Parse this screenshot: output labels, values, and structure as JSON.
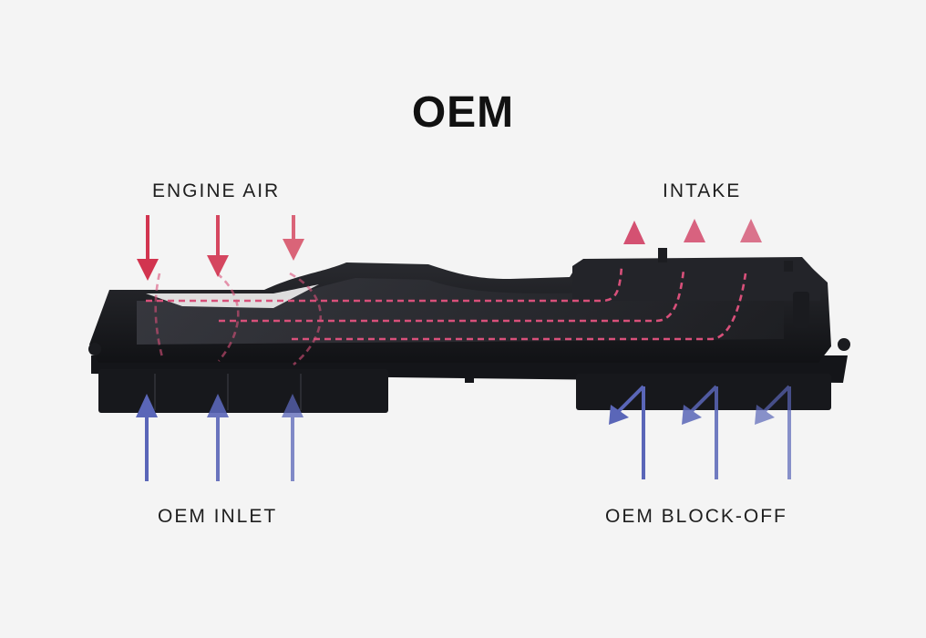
{
  "title": "OEM",
  "labels": {
    "engine_air": "ENGINE AIR",
    "intake": "INTAKE",
    "oem_inlet": "OEM INLET",
    "oem_block_off": "OEM BLOCK-OFF"
  },
  "colors": {
    "engine_air_arrow": "#d2344f",
    "intake_arrow": "#d2486a",
    "inlet_arrow": "#5a66b8",
    "block_off_arrow": "#5a66b8",
    "flow_path": "#d8507a",
    "part_body": "#1c1d21"
  },
  "icons": {
    "arrow": "arrow-icon"
  }
}
